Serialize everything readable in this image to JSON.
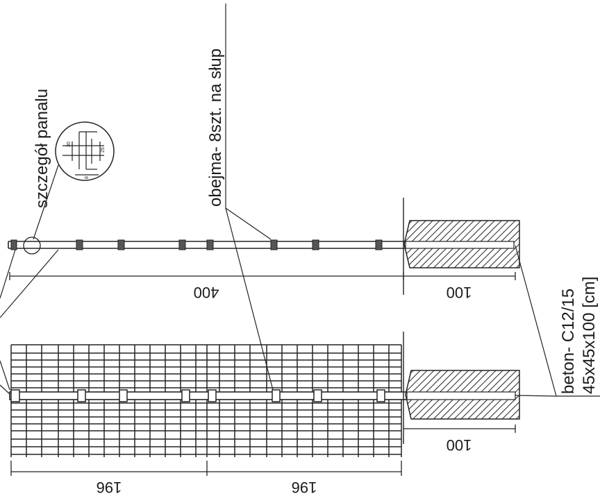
{
  "labels": {
    "panel_detail": "szczegół panalu",
    "clamp": "obejma- 8szt. na słup",
    "concrete_line1": "beton- C12/15",
    "concrete_line2": "45x45x100 [cm]"
  },
  "dimensions": {
    "post_height": "400",
    "footing_depth_side": "100",
    "footing_depth_front": "100",
    "panel_width_a": "196",
    "panel_width_b": "196"
  },
  "detail_marks": {
    "a": "30",
    "b": "25",
    "c": "8"
  },
  "colors": {
    "ink": "#222222",
    "paper": "#ffffff",
    "hatch": "#333333"
  }
}
